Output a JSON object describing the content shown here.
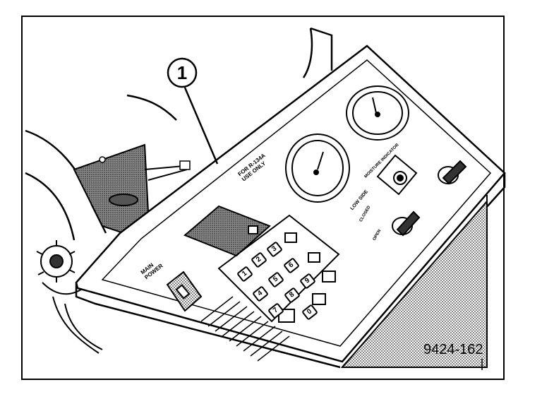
{
  "figure": {
    "callout_number": "1",
    "figure_id": "9424-162",
    "refrigerant_label_line1": "FOR R-134a",
    "refrigerant_label_line2": "USE ONLY",
    "main_power_line1": "MAIN",
    "main_power_line2": "POWER",
    "low_side_label": "LOW SIDE",
    "moisture_indicator_label": "MOISTURE INDICATOR",
    "valve_open_label": "OPEN",
    "valve_closed_label": "CLOSED"
  },
  "keypad": {
    "keys": [
      "1",
      "2",
      "3",
      "4",
      "5",
      "6",
      "7",
      "8",
      "9",
      "0"
    ]
  },
  "colors": {
    "line": "#000000",
    "background": "#ffffff",
    "shading": "#777777"
  }
}
